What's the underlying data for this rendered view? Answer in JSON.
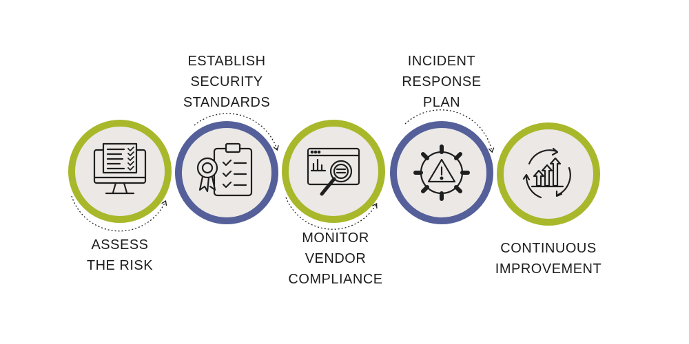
{
  "steps": [
    {
      "id": "assess",
      "lines": [
        "ASSESS",
        "THE RISK"
      ],
      "ring_color": "#a8b82a",
      "icon": "monitor-checklist-icon"
    },
    {
      "id": "standards",
      "lines": [
        "ESTABLISH",
        "SECURITY",
        "STANDARDS"
      ],
      "ring_color": "#55609a",
      "icon": "clipboard-award-icon"
    },
    {
      "id": "monitor",
      "lines": [
        "MONITOR",
        "VENDOR",
        "COMPLIANCE"
      ],
      "ring_color": "#a8b82a",
      "icon": "browser-magnifier-icon"
    },
    {
      "id": "incident",
      "lines": [
        "INCIDENT",
        "RESPONSE",
        "PLAN"
      ],
      "ring_color": "#55609a",
      "icon": "gear-warning-icon"
    },
    {
      "id": "improve",
      "lines": [
        "CONTINUOUS",
        "IMPROVEMENT"
      ],
      "ring_color": "#a8b82a",
      "icon": "cycle-growth-arrows-icon"
    }
  ],
  "colors": {
    "fill": "#ebe8e6",
    "icon": "#1f1f1f",
    "connector": "#1f1f1f"
  }
}
